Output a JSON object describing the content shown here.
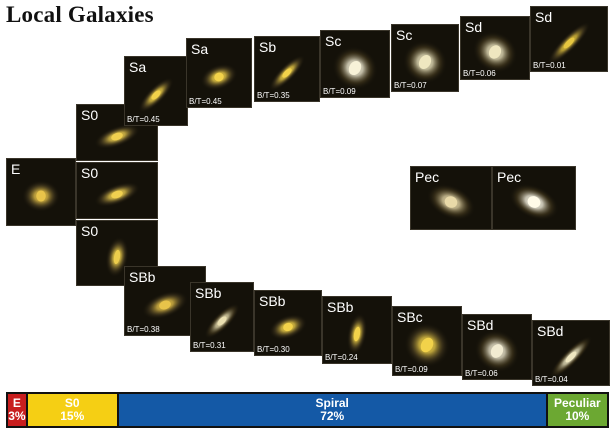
{
  "title": "Local Galaxies",
  "tiles": [
    {
      "label": "E",
      "bt": "",
      "glow": "#e8c44a",
      "shape": "round"
    },
    {
      "label": "S0",
      "bt": "",
      "glow": "#f0d050",
      "shape": "lens"
    },
    {
      "label": "S0",
      "bt": "",
      "glow": "#f0d050",
      "shape": "lens"
    },
    {
      "label": "S0",
      "bt": "",
      "glow": "#eccd4c",
      "shape": "lens-v"
    },
    {
      "label": "Sa",
      "bt": "B/T=0.45",
      "glow": "#f2d24a",
      "shape": "edge"
    },
    {
      "label": "Sa",
      "bt": "B/T=0.45",
      "glow": "#f2d24a",
      "shape": "lens"
    },
    {
      "label": "Sb",
      "bt": "B/T=0.35",
      "glow": "#f2d24a",
      "shape": "edge"
    },
    {
      "label": "Sc",
      "bt": "B/T=0.09",
      "glow": "#f7f2d8",
      "shape": "spiral"
    },
    {
      "label": "Sc",
      "bt": "B/T=0.07",
      "glow": "#efe7c0",
      "shape": "spiral"
    },
    {
      "label": "Sd",
      "bt": "B/T=0.06",
      "glow": "#efe7c0",
      "shape": "spiral"
    },
    {
      "label": "Sd",
      "bt": "B/T=0.01",
      "glow": "#e6c640",
      "shape": "edge"
    },
    {
      "label": "Pec",
      "bt": "",
      "glow": "#e8d9a8",
      "shape": "pec"
    },
    {
      "label": "Pec",
      "bt": "",
      "glow": "#fffbe8",
      "shape": "pec"
    },
    {
      "label": "SBb",
      "bt": "B/T=0.38",
      "glow": "#e8c44a",
      "shape": "lens"
    },
    {
      "label": "SBb",
      "bt": "B/T=0.31",
      "glow": "#eadfb0",
      "shape": "edge"
    },
    {
      "label": "SBb",
      "bt": "B/T=0.30",
      "glow": "#f2d24a",
      "shape": "lens"
    },
    {
      "label": "SBb",
      "bt": "B/T=0.24",
      "glow": "#f2d24a",
      "shape": "lens-v"
    },
    {
      "label": "SBc",
      "bt": "B/T=0.09",
      "glow": "#f2d24a",
      "shape": "spiral"
    },
    {
      "label": "SBd",
      "bt": "B/T=0.06",
      "glow": "#f2ecd2",
      "shape": "spiral"
    },
    {
      "label": "SBd",
      "bt": "B/T=0.04",
      "glow": "#efe7c0",
      "shape": "edge"
    }
  ],
  "bar": [
    {
      "name": "E",
      "pct": "3%",
      "value": 3,
      "color": "#c81e1e"
    },
    {
      "name": "S0",
      "pct": "15%",
      "value": 15,
      "color": "#f5cf14"
    },
    {
      "name": "Spiral",
      "pct": "72%",
      "value": 72,
      "color": "#1459a6"
    },
    {
      "name": "Peculiar",
      "pct": "10%",
      "value": 10,
      "color": "#6ca832"
    }
  ]
}
